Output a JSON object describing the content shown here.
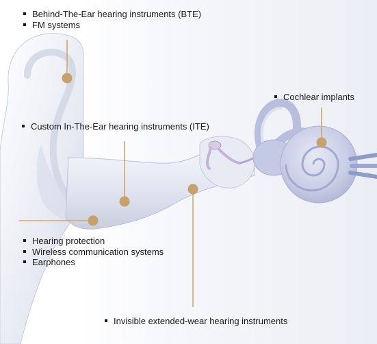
{
  "labels": {
    "bte_group": [
      "Behind-The-Ear hearing instruments (BTE)",
      "FM systems"
    ],
    "cochlear": "Cochlear implants",
    "ite": "Custom In-The-Ear hearing instruments (ITE)",
    "protection_group": [
      "Hearing protection",
      "Wireless communication systems",
      "Earphones"
    ],
    "invisible": "Invisible extended-wear hearing instruments"
  },
  "colors": {
    "leader_line": "#d1a76a",
    "marker_dot": "#c8a06b",
    "ear_light": "#f3f5fb",
    "ear_mid": "#dfe3f0",
    "ear_dark": "#b9bfd6",
    "canal": "#e6e9f3",
    "cochlea": "#c9cde6",
    "nerve": "#9aa6cf",
    "ossicles": "#cfc2de",
    "text": "#1a1a1a"
  }
}
